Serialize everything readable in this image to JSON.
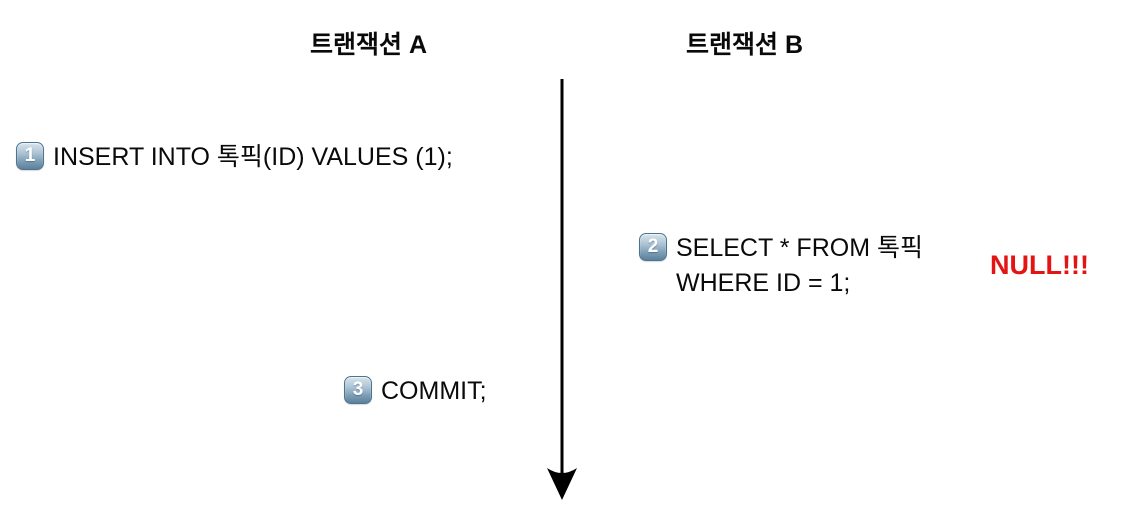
{
  "diagram": {
    "title_semantics": "transaction-timeline",
    "headers": {
      "a": "트랜잭션 A",
      "b": "트랜잭션 B"
    },
    "steps": [
      {
        "num": "1",
        "lines": {
          "l1": "INSERT INTO 톡픽(ID) VALUES (1);",
          "l2": ""
        }
      },
      {
        "num": "2",
        "lines": {
          "l1": "SELECT * FROM 톡픽",
          "l2": "WHERE ID = 1;"
        }
      },
      {
        "num": "3",
        "lines": {
          "l1": "COMMIT;",
          "l2": ""
        }
      }
    ],
    "annotation": {
      "text": "NULL!!!",
      "color": "#e41414"
    },
    "colors": {
      "badge_top": "#d8e4ec",
      "badge_bottom": "#5d819d",
      "arrow": "#000000",
      "text": "#0a0a0a"
    }
  }
}
